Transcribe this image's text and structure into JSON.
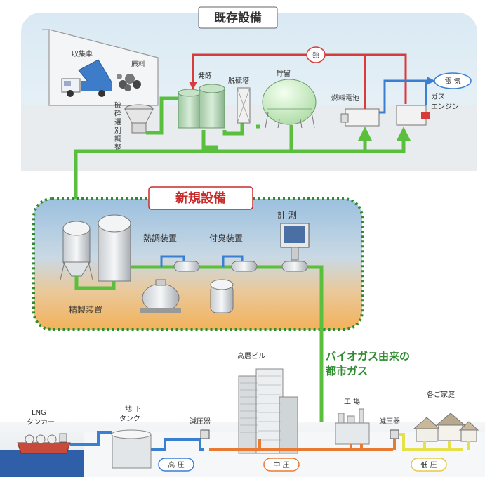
{
  "existing": {
    "title": "既存設備",
    "collection_vehicle": "収集車",
    "raw_material": "原料",
    "crush": [
      "破",
      "砕",
      "選",
      "別",
      "調",
      "整"
    ],
    "fermentation": "発酵",
    "desulfurization": "脱硫塔",
    "storage": "貯留",
    "fuel_cell": "燃料電池",
    "heat": "熱",
    "electricity": "電 気",
    "gas_engine": [
      "ガス",
      "エンジン"
    ]
  },
  "new": {
    "title": "新規設備",
    "purification": "精製装置",
    "heat_adjust": "熱調装置",
    "odorizer": "付臭装置",
    "measurement": "計 測"
  },
  "output": {
    "city_gas": [
      "バイオガス由来の",
      "都市ガス"
    ]
  },
  "distribution": {
    "lng_tanker": [
      "LNG",
      "タンカー"
    ],
    "underground_tank": [
      "地 下",
      "タンク"
    ],
    "regulator_1": "減圧器",
    "high_rise": "高層ビル",
    "factory": "工 場",
    "regulator_2": "減圧器",
    "homes": "各ご家庭",
    "high_pressure": "高 圧",
    "medium_pressure": "中 圧",
    "low_pressure": "低 圧"
  },
  "colors": {
    "green_pipe": "#5bbf3e",
    "red_pipe": "#d93a3a",
    "blue_pipe": "#3a7fd0",
    "orange_pipe": "#e87a34",
    "yellow_pipe": "#e6e04a",
    "new_green": "#2e8b2e",
    "new_title_red": "#c92a2a"
  }
}
